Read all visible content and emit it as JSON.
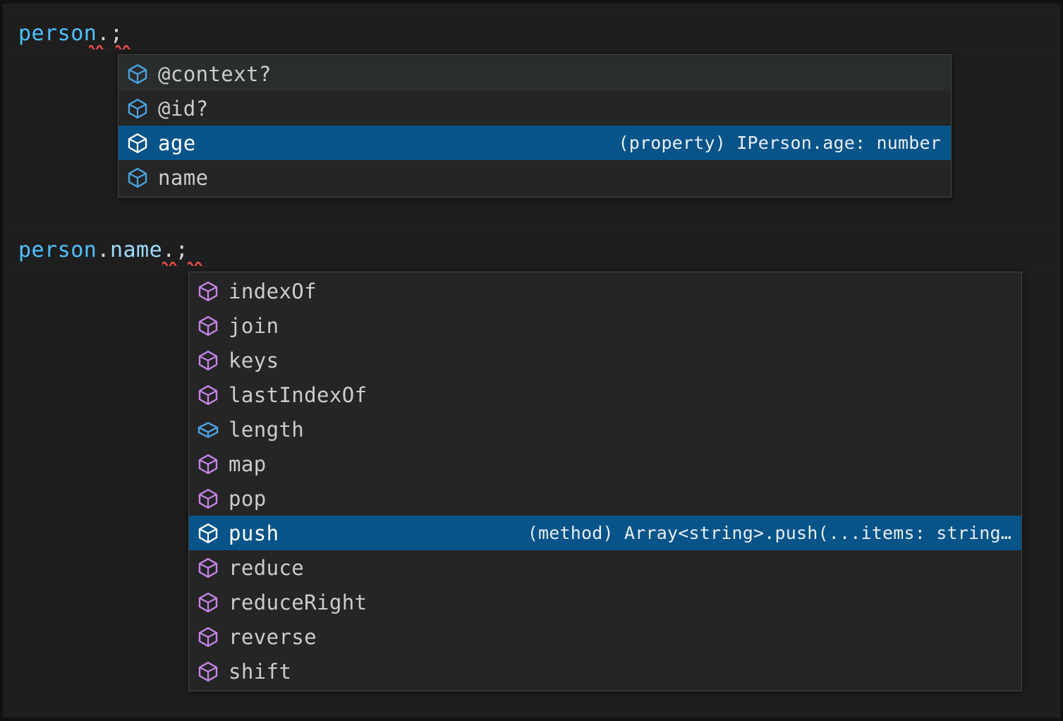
{
  "editor": {
    "background": "#1e1e1e",
    "lines": [
      {
        "id": "line-1",
        "segments": [
          {
            "text": "person",
            "kind": "variable"
          },
          {
            "text": ".",
            "kind": "punctuation"
          },
          {
            "text": ";",
            "kind": "punctuation"
          }
        ],
        "plain": "person.;",
        "has_error_squiggle": true
      },
      {
        "id": "line-2",
        "segments": [
          {
            "text": "person",
            "kind": "variable"
          },
          {
            "text": ".",
            "kind": "punctuation"
          },
          {
            "text": "name",
            "kind": "property"
          },
          {
            "text": ".",
            "kind": "punctuation"
          },
          {
            "text": ";",
            "kind": "punctuation"
          }
        ],
        "plain": "person.name.;",
        "has_error_squiggle": true
      }
    ]
  },
  "colors": {
    "editor_background": "#1e1e1e",
    "popup_background": "#252526",
    "popup_border": "#454545",
    "row_hover": "#2a2d2e",
    "row_selected": "#06548a",
    "variable_token": "#4fc1ff",
    "property_token": "#9cdcfe",
    "punctuation_token": "#d4d4d4",
    "label_text": "#cccccc",
    "detail_text": "#cfd6dc",
    "icon_property": "#4aa4e0",
    "icon_method": "#c586e8",
    "icon_selected": "#ffffff",
    "error_squiggle": "#f14c4c"
  },
  "popups": [
    {
      "id": "popup-person",
      "name": "suggestion-popup-person",
      "items": [
        {
          "label": "@context?",
          "icon": "property-cube-icon",
          "icon_kind": "property",
          "detail": "",
          "state": "hovered"
        },
        {
          "label": "@id?",
          "icon": "property-cube-icon",
          "icon_kind": "property",
          "detail": "",
          "state": "normal"
        },
        {
          "label": "age",
          "icon": "property-cube-icon",
          "icon_kind": "property",
          "detail": "(property) IPerson.age: number",
          "state": "selected"
        },
        {
          "label": "name",
          "icon": "property-cube-icon",
          "icon_kind": "property",
          "detail": "",
          "state": "normal"
        }
      ]
    },
    {
      "id": "popup-person-name",
      "name": "suggestion-popup-person-name",
      "items": [
        {
          "label": "indexOf",
          "icon": "method-cube-icon",
          "icon_kind": "method",
          "detail": "",
          "state": "normal"
        },
        {
          "label": "join",
          "icon": "method-cube-icon",
          "icon_kind": "method",
          "detail": "",
          "state": "normal"
        },
        {
          "label": "keys",
          "icon": "method-cube-icon",
          "icon_kind": "method",
          "detail": "",
          "state": "normal"
        },
        {
          "label": "lastIndexOf",
          "icon": "method-cube-icon",
          "icon_kind": "method",
          "detail": "",
          "state": "normal"
        },
        {
          "label": "length",
          "icon": "property-box-icon",
          "icon_kind": "property",
          "detail": "",
          "state": "normal"
        },
        {
          "label": "map",
          "icon": "method-cube-icon",
          "icon_kind": "method",
          "detail": "",
          "state": "normal"
        },
        {
          "label": "pop",
          "icon": "method-cube-icon",
          "icon_kind": "method",
          "detail": "",
          "state": "normal"
        },
        {
          "label": "push",
          "icon": "method-cube-icon",
          "icon_kind": "method",
          "detail": "(method) Array<string>.push(...items: string…",
          "state": "selected"
        },
        {
          "label": "reduce",
          "icon": "method-cube-icon",
          "icon_kind": "method",
          "detail": "",
          "state": "normal"
        },
        {
          "label": "reduceRight",
          "icon": "method-cube-icon",
          "icon_kind": "method",
          "detail": "",
          "state": "normal"
        },
        {
          "label": "reverse",
          "icon": "method-cube-icon",
          "icon_kind": "method",
          "detail": "",
          "state": "normal"
        },
        {
          "label": "shift",
          "icon": "method-cube-icon",
          "icon_kind": "method",
          "detail": "",
          "state": "normal"
        }
      ]
    }
  ]
}
